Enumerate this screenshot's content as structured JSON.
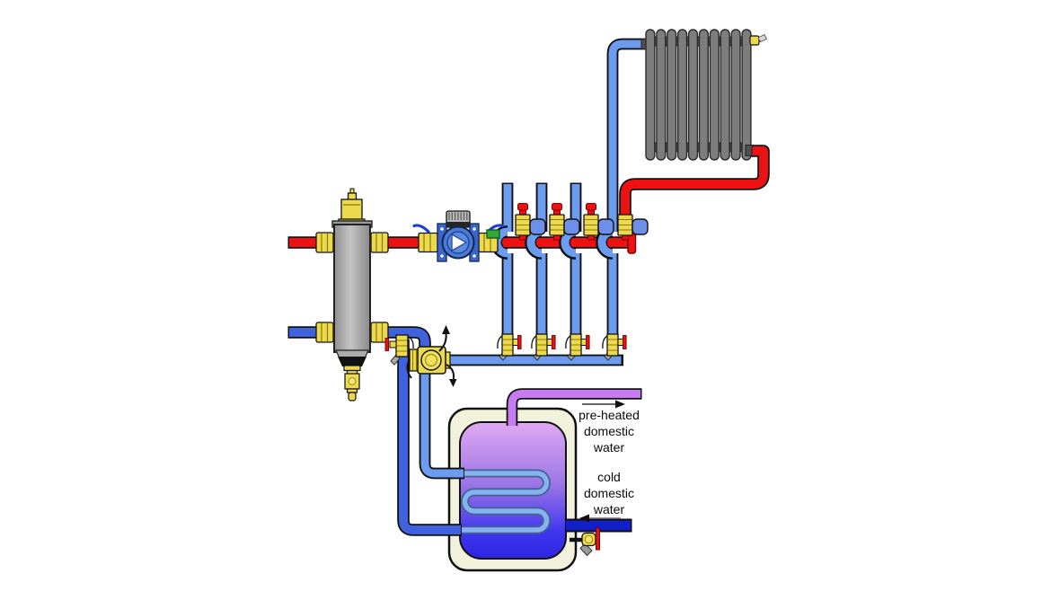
{
  "labels": {
    "preheated_water": {
      "line1": "pre-heated",
      "line2": "domestic",
      "line3": "water"
    },
    "cold_water": {
      "line1": "cold",
      "line2": "domestic",
      "line3": "water"
    }
  },
  "colors": {
    "supply_pipe_red": "#ee1111",
    "boiler_return_blue": "#3f63de",
    "distribution_blue": "#6c9cf0",
    "cold_domestic_blue": "#1120c8",
    "preheated_domestic_violet": "#c77bf0",
    "coil_blue": "#85b2f0",
    "brass": "#ecd94f",
    "pump_blue": "#4a7bd4",
    "actuator_blue": "#6c8fea",
    "check_valve_green": "#2ea836",
    "separator_gray": "#ababab",
    "radiator_gray": "#7d7d7d",
    "tank_shell_cream": "#f2f2dc"
  },
  "components": [
    "hydraulic-separator",
    "separator-air-vent",
    "separator-drain-valve",
    "circulator-pump",
    "pump-isolation-unions",
    "check-valve",
    "zone-valves-with-actuators",
    "panel-radiator",
    "radiator-air-vent",
    "riser-drain-valves",
    "three-way-diverting-valve",
    "coil-isolation-valve",
    "indirect-water-heater-tank",
    "heat-exchanger-coil",
    "tank-drain-valve"
  ]
}
